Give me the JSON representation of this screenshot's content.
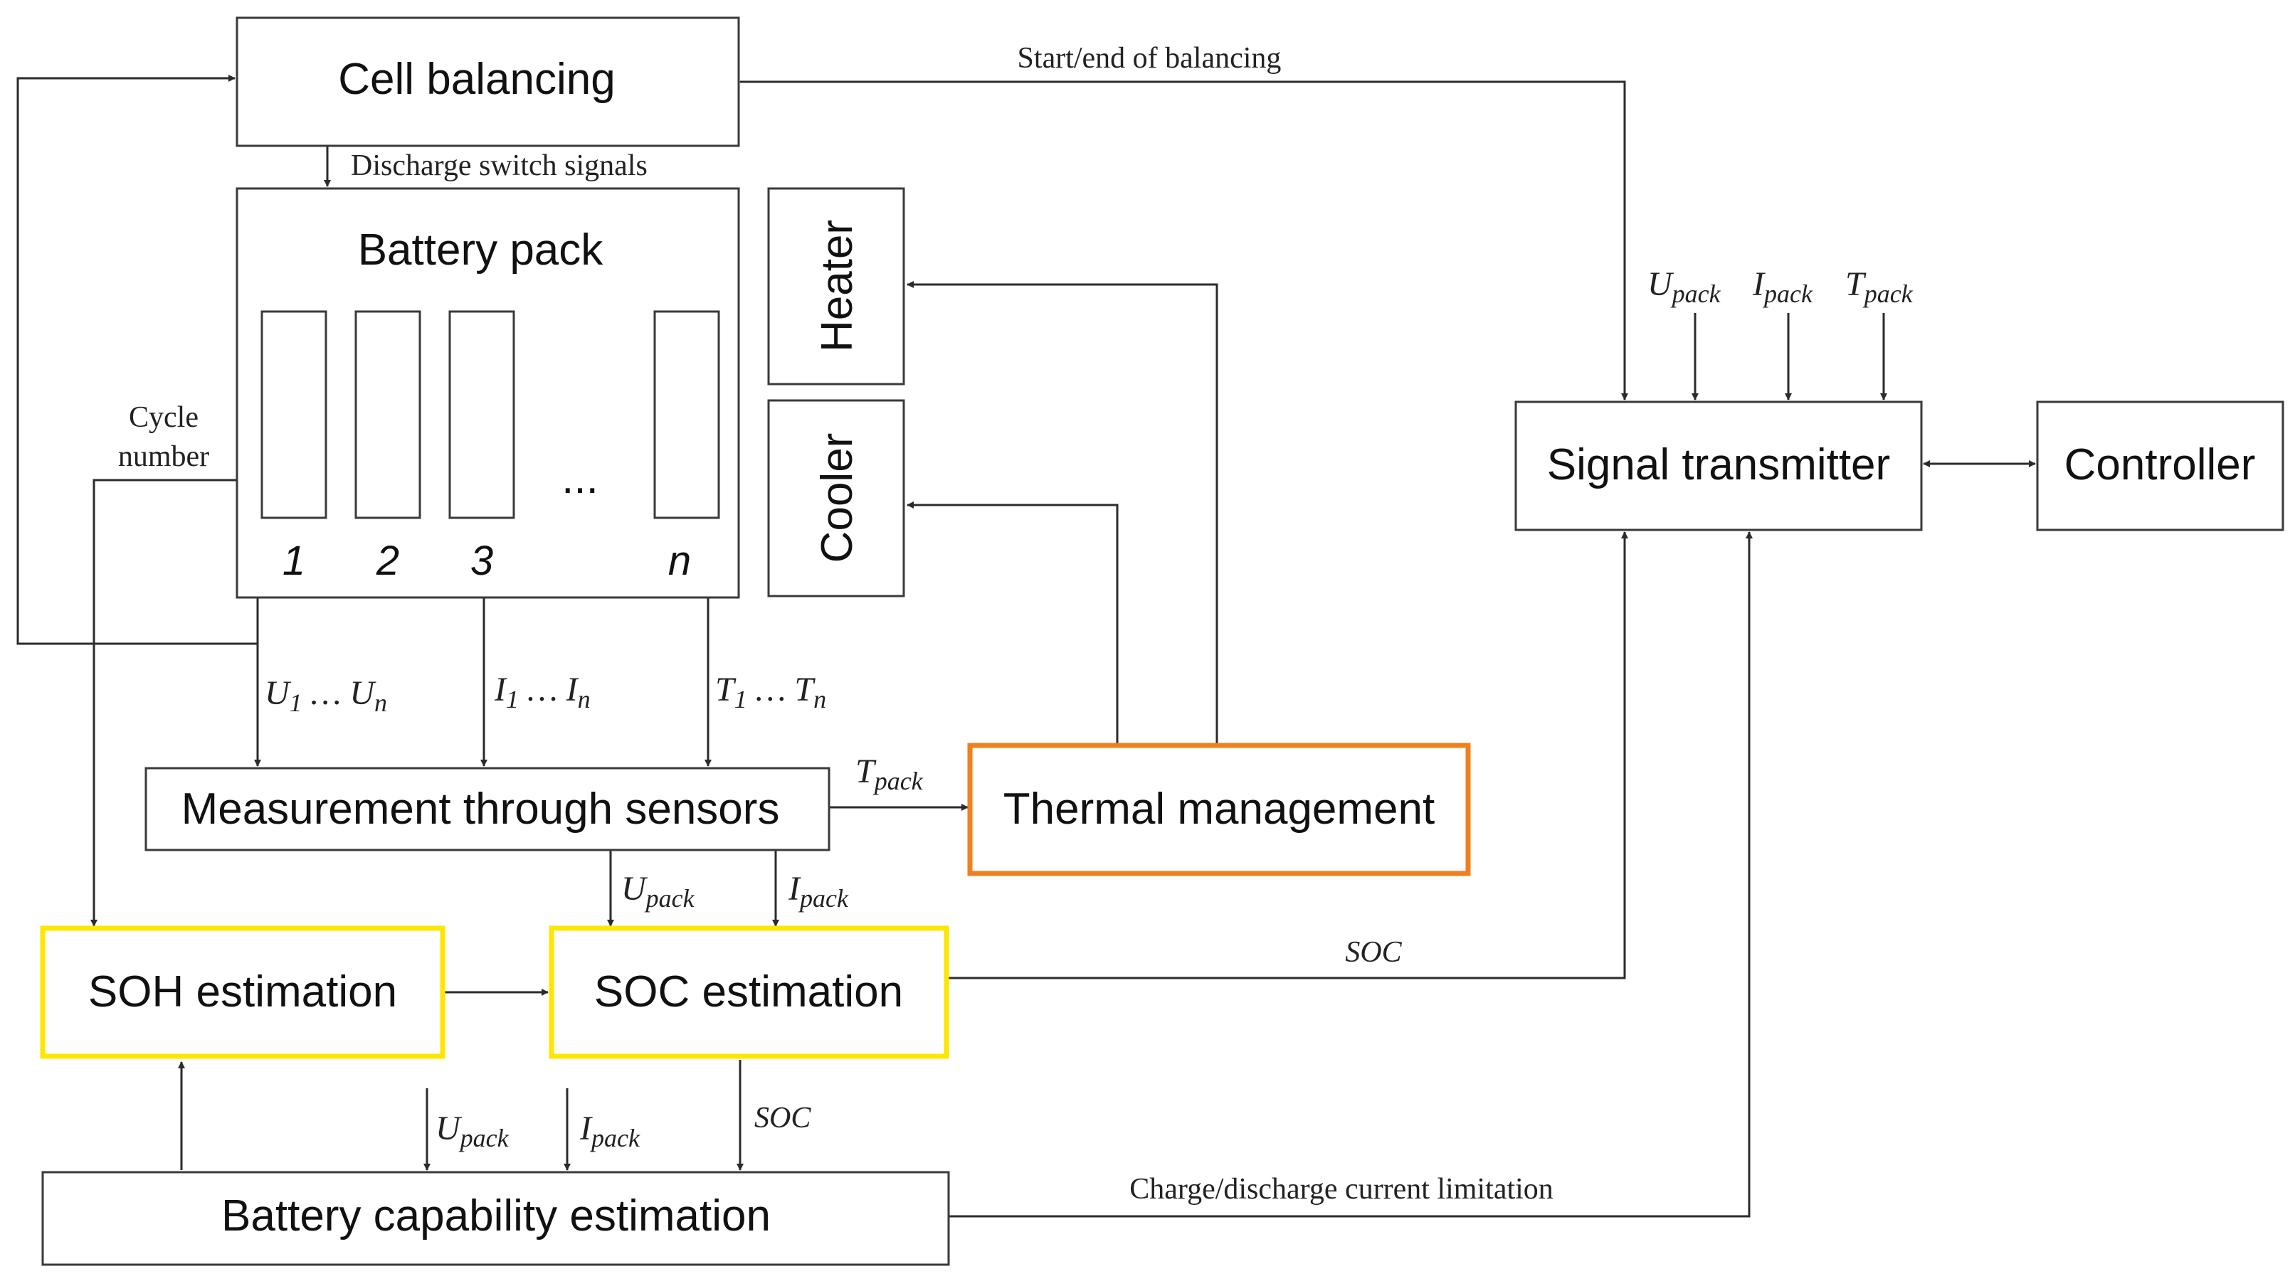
{
  "blocks": {
    "cell_balancing": "Cell balancing",
    "battery_pack": "Battery pack",
    "heater": "Heater",
    "cooler": "Cooler",
    "measurement": "Measurement through sensors",
    "thermal": "Thermal management",
    "soh": "SOH estimation",
    "soc": "SOC estimation",
    "capability": "Battery capability estimation",
    "signal_transmitter": "Signal transmitter",
    "controller": "Controller"
  },
  "cells": {
    "c1": "1",
    "c2": "2",
    "c3": "3",
    "ellipsis": "...",
    "cn": "n"
  },
  "annotations": {
    "start_end": "Start/end of balancing",
    "discharge_switch": "Discharge switch signals",
    "cycle_line1": "Cycle",
    "cycle_line2": "number",
    "charge_limit": "Charge/discharge current limitation"
  },
  "signals": {
    "U": "U",
    "I": "I",
    "T": "T",
    "sub_1": "1",
    "sub_n": "n",
    "sub_pack": "pack",
    "dots": " … ",
    "soc": "SOC"
  },
  "colors": {
    "soh_soc_border": "#ffe600",
    "thermal_border": "#f07f1e"
  }
}
